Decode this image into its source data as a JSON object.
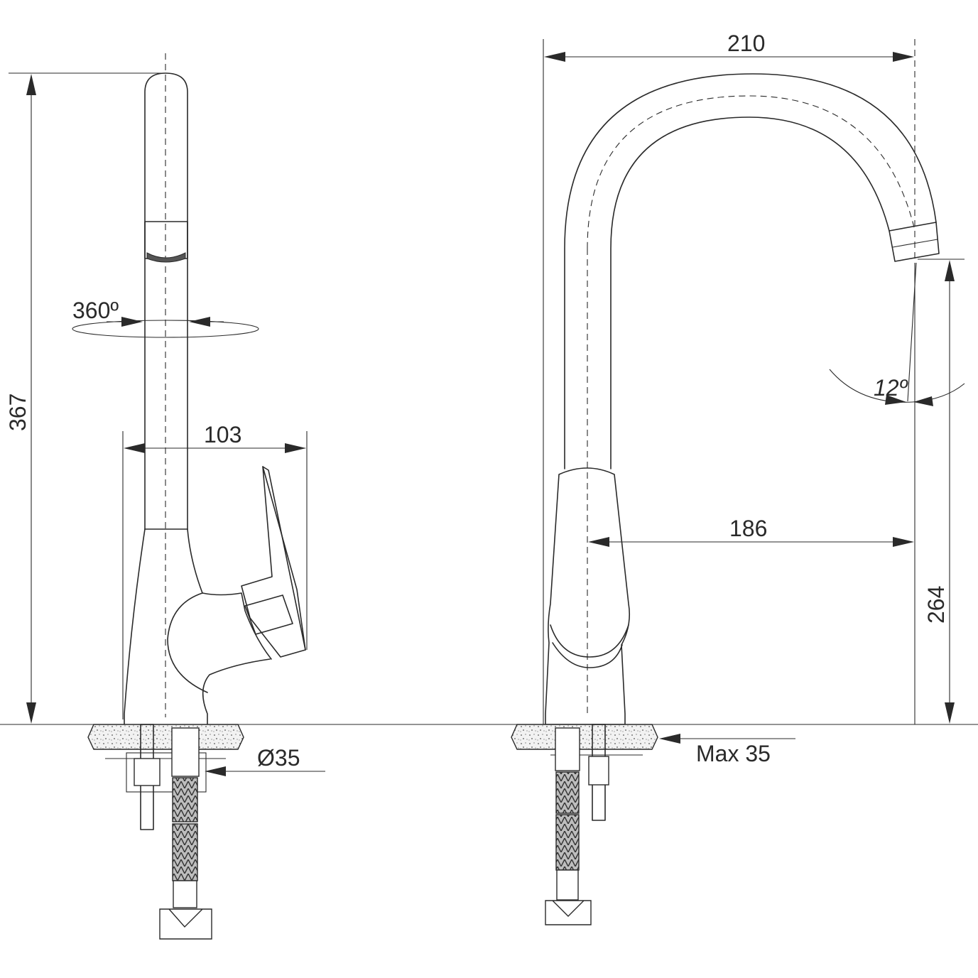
{
  "diagram": {
    "labels": {
      "height_total": "367",
      "rotation": "360º",
      "reach_side": "103",
      "hole_diameter": "Ø35",
      "width_top": "210",
      "reach_front": "186",
      "swing_angle": "12º",
      "spout_height": "264",
      "max_thickness": "Max 35"
    }
  }
}
